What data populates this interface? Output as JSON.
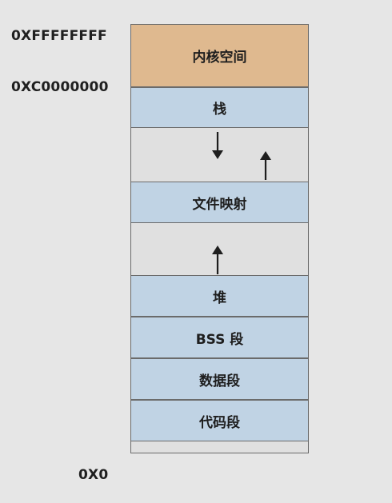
{
  "addresses": {
    "top": "0XFFFFFFFF",
    "kernel_boundary": "0XC0000000",
    "bottom": "0X0"
  },
  "segments": {
    "kernel": "内核空间",
    "stack": "栈",
    "mmap": "文件映射",
    "heap": "堆",
    "bss": "BSS 段",
    "data": "数据段",
    "code": "代码段"
  },
  "colors": {
    "background": "#e6e6e6",
    "kernel": "#dfb98f",
    "user_segment": "#c0d3e4",
    "free_space": "#e0e0e0",
    "border": "#6b6b6b"
  }
}
